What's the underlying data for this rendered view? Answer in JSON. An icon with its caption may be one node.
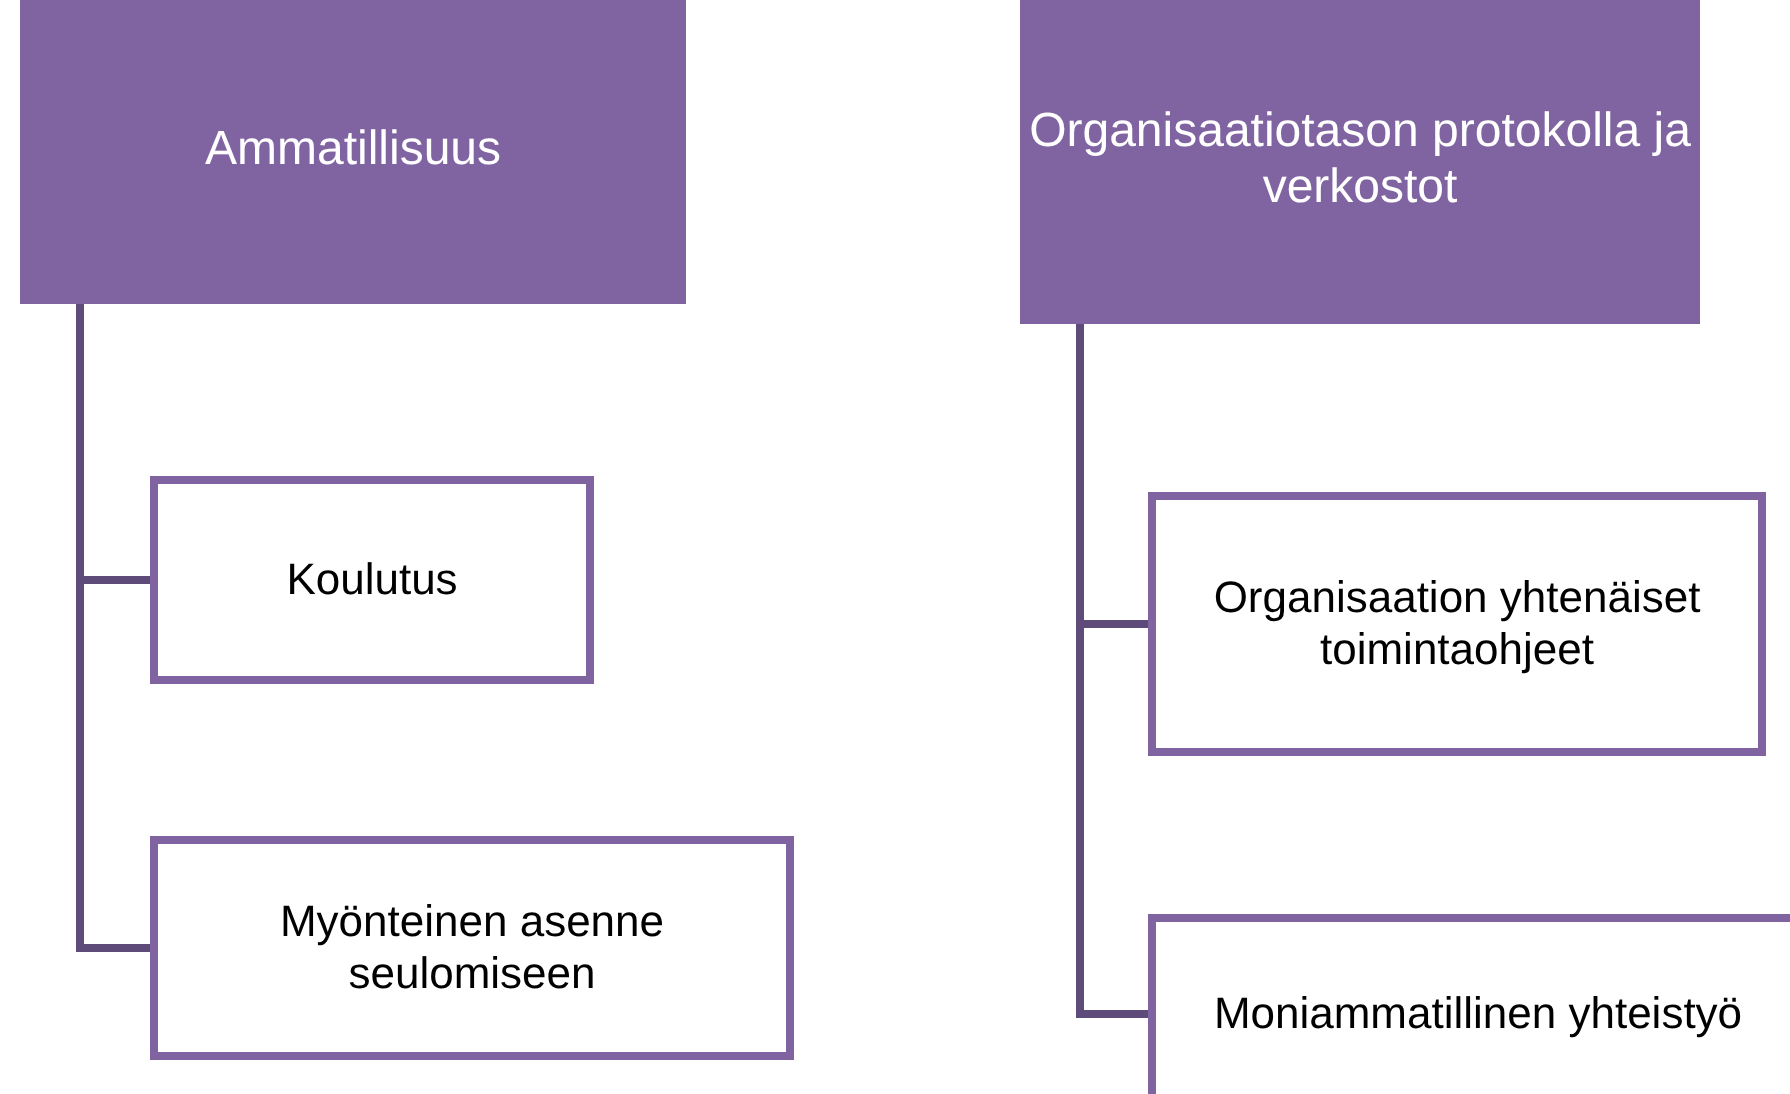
{
  "diagram": {
    "nodes": [
      {
        "text": [
          "Ammatillisuus"
        ]
      },
      {
        "text": [
          "Koulutus"
        ]
      },
      {
        "text": [
          "Myönteinen asenne seulomiseen"
        ]
      },
      {
        "text": [
          "Organisaatiotason protokolla ja verkostot"
        ]
      },
      {
        "text": [
          "Organisaation yhtenäiset toimintaohjeet"
        ]
      },
      {
        "text": [
          "Moniammatillinen yhteistyö"
        ]
      }
    ],
    "edges": [
      {
        "from": 0,
        "to": 1,
        "arrow": "none"
      },
      {
        "from": 0,
        "to": 2,
        "arrow": "none"
      },
      {
        "from": 3,
        "to": 4,
        "arrow": "none"
      },
      {
        "from": 3,
        "to": 5,
        "arrow": "none"
      }
    ]
  }
}
